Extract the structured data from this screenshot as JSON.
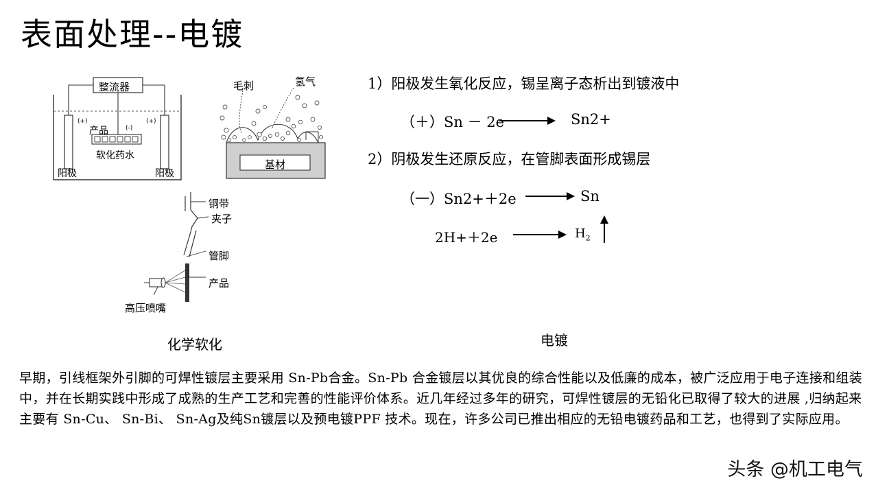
{
  "title": "表面处理--电镀",
  "plating_diagram": {
    "rectifier": "整流器",
    "product": "产品",
    "softener": "软化药水",
    "anode_left": "阳极",
    "anode_right": "阳极",
    "plus_left": "(+)",
    "minus": "(-)",
    "plus_right": "(+)"
  },
  "burr_diagram": {
    "burr": "毛刺",
    "hydrogen": "氢气",
    "substrate": "基材"
  },
  "nozzle_diagram": {
    "copper_strip": "铜带",
    "clip": "夹子",
    "lead": "管脚",
    "product": "产品",
    "nozzle": "高压喷嘴"
  },
  "captions": {
    "left": "化学软化",
    "right": "电镀"
  },
  "reactions": {
    "anode_heading": "1）阳极发生氧化反应，锡呈离子态析出到镀液中",
    "anode_lhs": "（＋）Sn － 2e",
    "anode_rhs": "Sn2+",
    "cathode_heading": "2）阴极发生还原反应，在管脚表面形成锡层",
    "cathode_lhs": "（一）Sn2+＋2e",
    "cathode_rhs": "Sn",
    "hydrogen_lhs": "2H+＋2e",
    "hydrogen_rhs": "H",
    "hydrogen_sub": "2"
  },
  "paragraph": "早期，引线框架外引脚的可焊性镀层主要采用 Sn-Pb合金。Sn-Pb 合金镀层以其优良的综合性能以及低廉的成本，被广泛应用于电子连接和组装中，并在长期实践中形成了成熟的生产工艺和完善的性能评价体系。近几年经过多年的研究，可焊性镀层的无铅化已取得了较大的进展 ,归纳起来主要有 Sn-Cu、 Sn-Bi、 Sn-Ag及纯Sn镀层以及预电镀PPF 技术。现在，许多公司已推出相应的无铅电镀药品和工艺，也得到了实际应用。",
  "watermark": "头条 @机工电气"
}
